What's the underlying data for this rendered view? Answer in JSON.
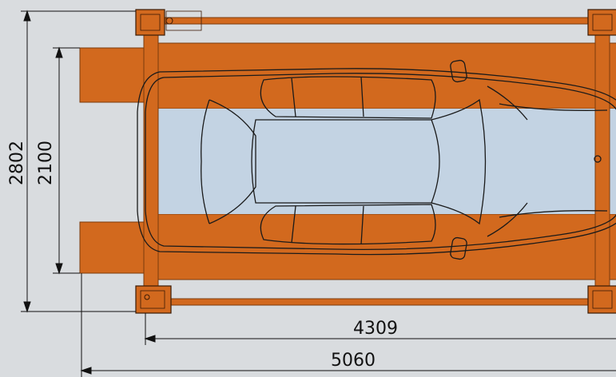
{
  "dimensions": {
    "overall_width": "2802",
    "runway_width": "2100",
    "column_span": "4309",
    "overall_length": "5060"
  },
  "colors": {
    "background": "#d9dcdf",
    "frame_orange": "#d2691e",
    "frame_edge": "#7a3a0c",
    "car_glass": "#c3d3e3",
    "dim_line": "#111111"
  }
}
